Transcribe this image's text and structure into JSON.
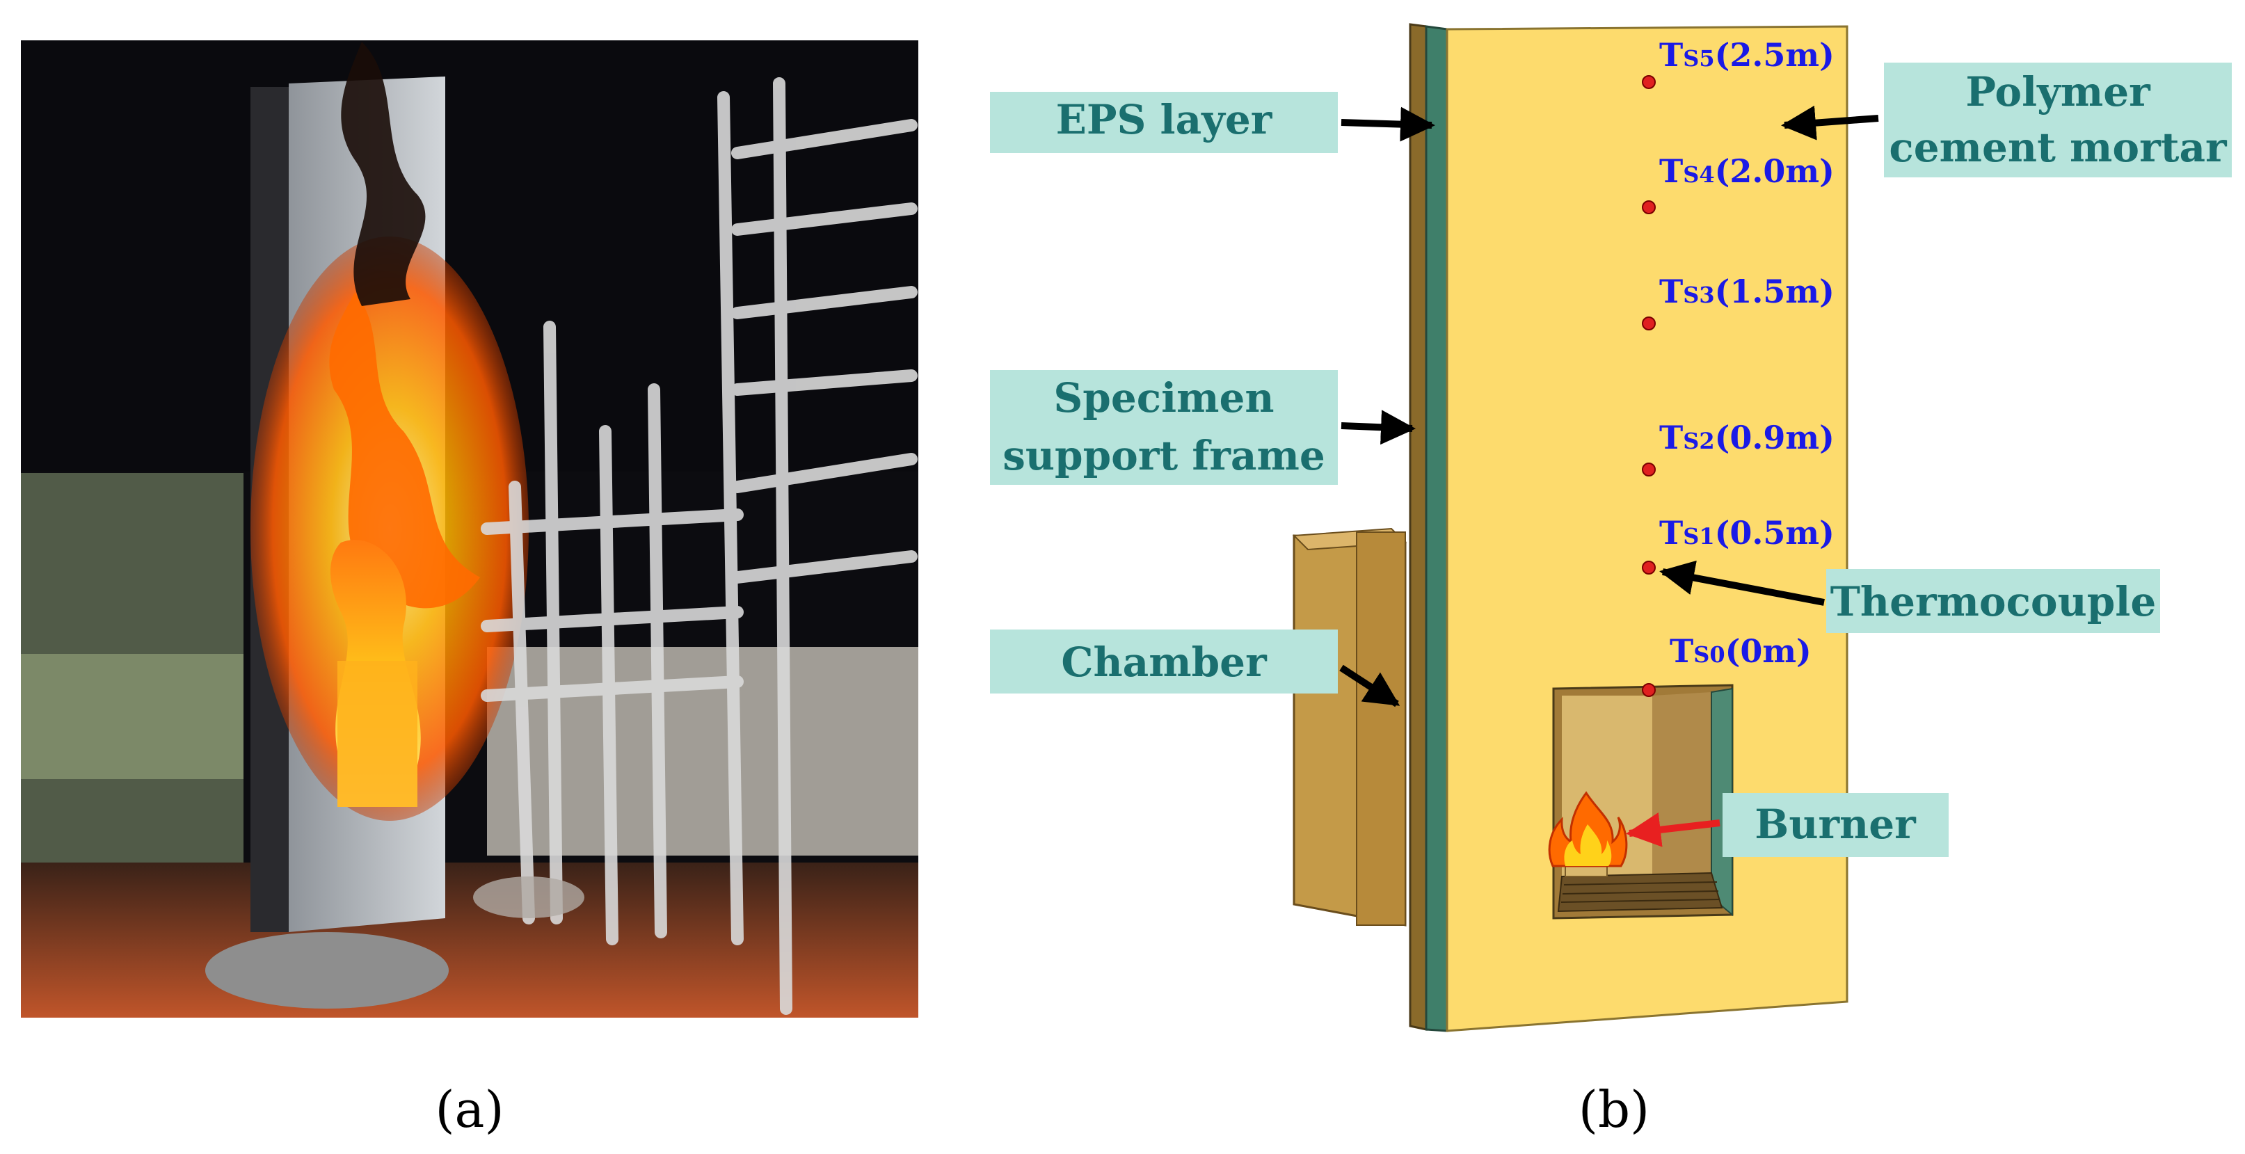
{
  "panels": {
    "a": {
      "caption": "(a)"
    },
    "b": {
      "caption": "(b)"
    }
  },
  "callouts": {
    "eps_layer": "EPS layer",
    "support_frame_line1": "Specimen",
    "support_frame_line2": "support frame",
    "chamber": "Chamber",
    "mortar_line1": "Polymer",
    "mortar_line2": "cement mortar",
    "thermocouple": "Thermocouple",
    "burner": "Burner"
  },
  "thermocouples": [
    {
      "main": "T",
      "sub": "S5",
      "height": "(2.5m)"
    },
    {
      "main": "T",
      "sub": "S4",
      "height": "(2.0m)"
    },
    {
      "main": "T",
      "sub": "S3",
      "height": "(1.5m)"
    },
    {
      "main": "T",
      "sub": "S2",
      "height": "(0.9m)"
    },
    {
      "main": "T",
      "sub": "S1",
      "height": "(0.5m)"
    },
    {
      "main": "T",
      "sub": "S0",
      "height": "(0m)"
    }
  ],
  "colors": {
    "callout_box": "#b7e4dc",
    "callout_text": "#1a6f6f",
    "wall": "#fddb6d",
    "eps": "#3f7f6a",
    "chamber": "#c49a48",
    "tc_label": "#1a1ae6",
    "tc_dot": "#e02020",
    "burner_arrow": "#e82020"
  }
}
